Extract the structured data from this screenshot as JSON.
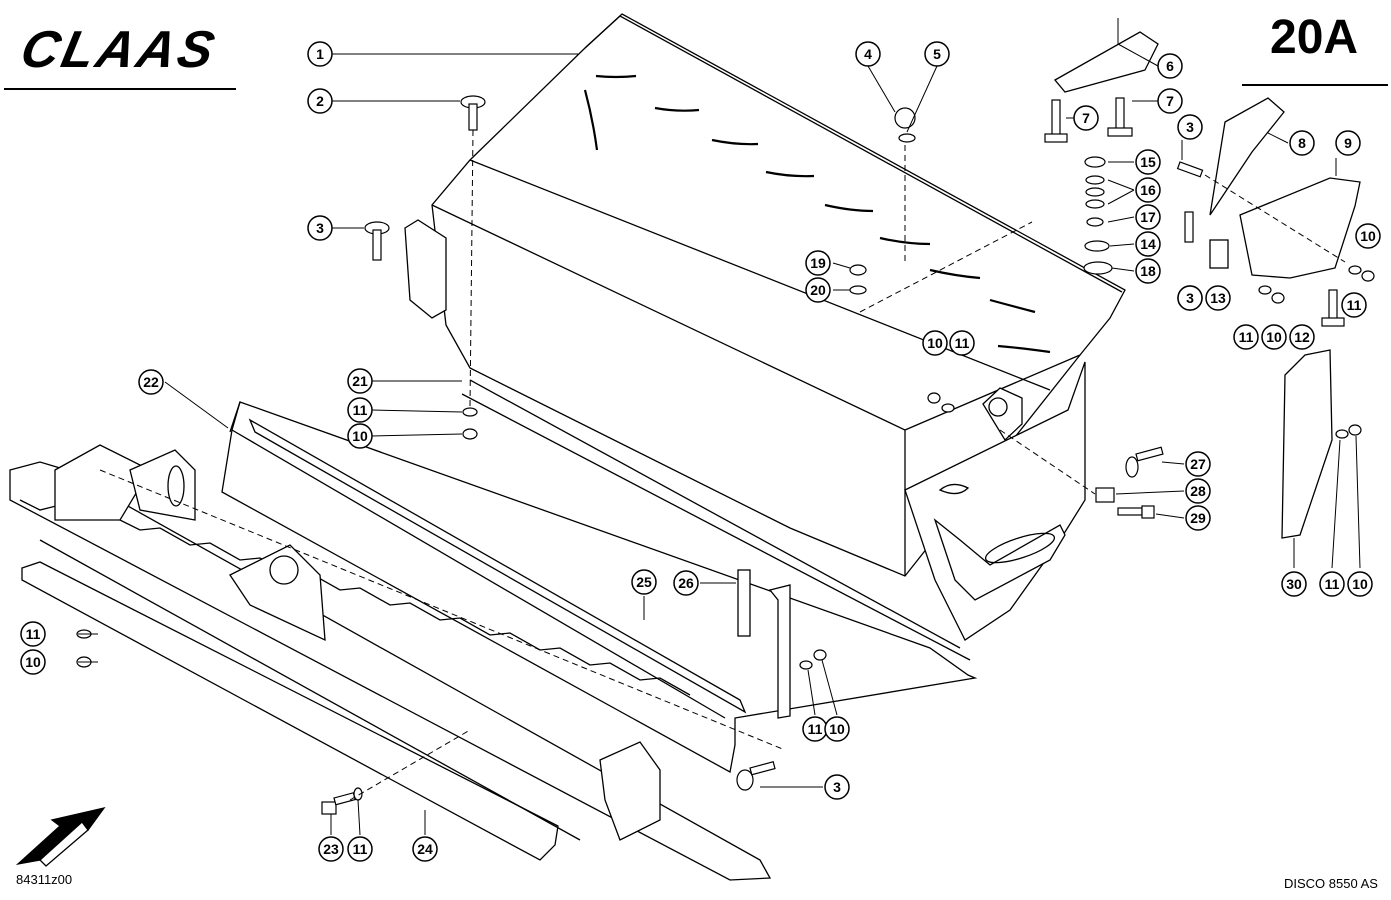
{
  "brand": "CLAAS",
  "page_number": "20A",
  "drawing_number": "84311z00",
  "model": "DISCO 8550 AS",
  "callouts": [
    {
      "label": "1"
    },
    {
      "label": "2"
    },
    {
      "label": "3"
    },
    {
      "label": "4"
    },
    {
      "label": "5"
    },
    {
      "label": "6"
    },
    {
      "label": "7"
    },
    {
      "label": "7"
    },
    {
      "label": "3"
    },
    {
      "label": "8"
    },
    {
      "label": "9"
    },
    {
      "label": "15"
    },
    {
      "label": "16"
    },
    {
      "label": "17"
    },
    {
      "label": "14"
    },
    {
      "label": "18"
    },
    {
      "label": "19"
    },
    {
      "label": "20"
    },
    {
      "label": "3"
    },
    {
      "label": "13"
    },
    {
      "label": "10"
    },
    {
      "label": "11"
    },
    {
      "label": "11"
    },
    {
      "label": "10"
    },
    {
      "label": "12"
    },
    {
      "label": "10"
    },
    {
      "label": "11"
    },
    {
      "label": "21"
    },
    {
      "label": "11"
    },
    {
      "label": "10"
    },
    {
      "label": "22"
    },
    {
      "label": "27"
    },
    {
      "label": "28"
    },
    {
      "label": "29"
    },
    {
      "label": "25"
    },
    {
      "label": "26"
    },
    {
      "label": "30"
    },
    {
      "label": "11"
    },
    {
      "label": "10"
    },
    {
      "label": "11"
    },
    {
      "label": "10"
    },
    {
      "label": "11"
    },
    {
      "label": "10"
    },
    {
      "label": "3"
    },
    {
      "label": "23"
    },
    {
      "label": "11"
    },
    {
      "label": "24"
    },
    {
      "label": "3"
    }
  ]
}
